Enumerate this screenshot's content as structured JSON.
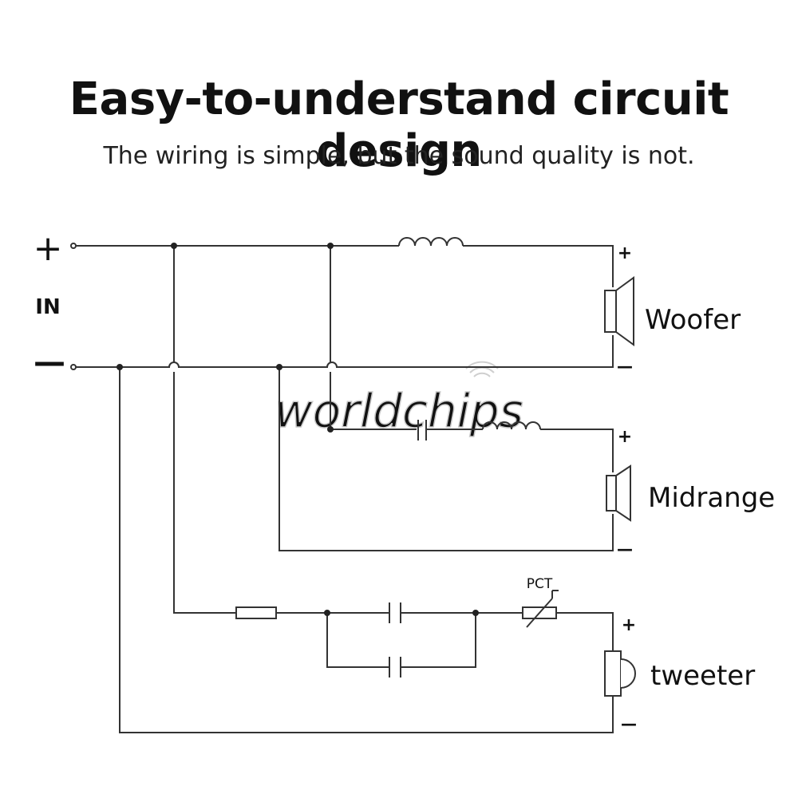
{
  "header": {
    "title": "Easy-to-understand circuit design",
    "subtitle": "The wiring is simple, but the sound quality is not."
  },
  "input": {
    "plus": "+",
    "minus": "—",
    "label": "IN"
  },
  "speakers": {
    "woofer": {
      "label": "Woofer",
      "plus": "+",
      "minus": "—"
    },
    "midrange": {
      "label": "Midrange",
      "plus": "+",
      "minus": "—"
    },
    "tweeter": {
      "label": "tweeter",
      "plus": "+",
      "minus": "—"
    }
  },
  "components": {
    "pct_label": "PCT"
  },
  "watermark": "worldchips"
}
